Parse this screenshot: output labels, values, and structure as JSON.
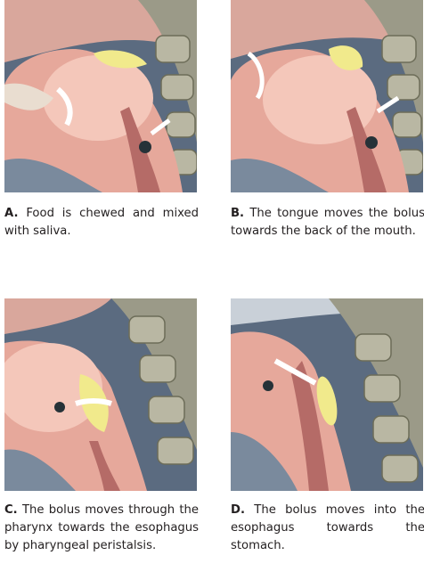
{
  "panels": [
    {
      "letter": "A.",
      "text": "Food is chewed and mixed with saliva."
    },
    {
      "letter": "B.",
      "text": "The tongue moves the bolus towards the back of the mouth."
    },
    {
      "letter": "C.",
      "text": "The bolus moves through the pharynx towards the esophagus by pharyngeal peristalsis."
    },
    {
      "letter": "D.",
      "text": "The bolus moves into the esophagus towards the stomach."
    }
  ],
  "colors": {
    "background": "#58687e",
    "tissue": "#e8aa9e",
    "tongue": "#f2c3b6",
    "bolus": "#f1ee8a",
    "vertebra": "#b7b5a2",
    "throat_dark": "#b36a66"
  }
}
